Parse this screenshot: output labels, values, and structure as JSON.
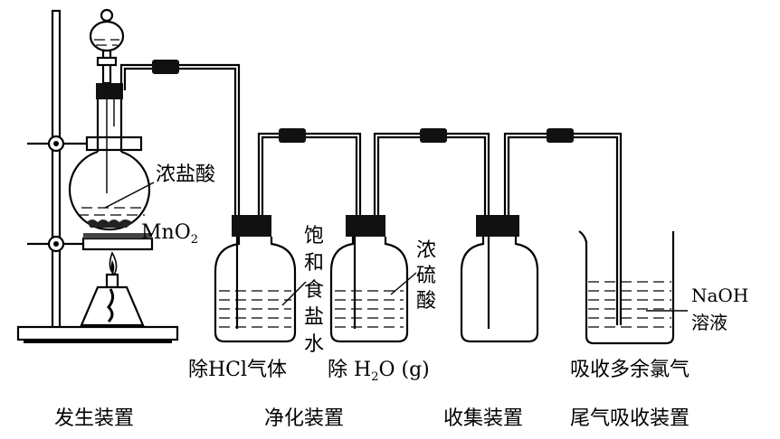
{
  "labels": {
    "conc_hcl": "浓盐酸",
    "mno2": "MnO",
    "mno2_sub": "2",
    "sat_salt_water": [
      "饱",
      "和",
      "食",
      "盐",
      "水"
    ],
    "conc_h2so4": [
      "浓",
      "硫",
      "酸"
    ],
    "naoh": "NaOH",
    "solution": "溶液",
    "remove_hcl": "除HCl气体",
    "remove_h2o_prefix": "除 H",
    "remove_h2o_sub": "2",
    "remove_h2o_suffix": "O (g)",
    "absorb_cl2": "吸收多余氯气"
  },
  "sections": {
    "generation": "发生装置",
    "purification": "净化装置",
    "collection": "收集装置",
    "tail_gas": "尾气吸收装置"
  }
}
